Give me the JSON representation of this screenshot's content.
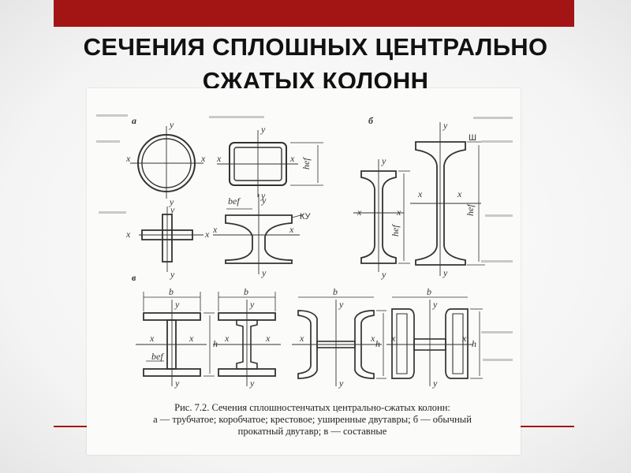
{
  "slide": {
    "title_line1": "СЕЧЕНИЯ СПЛОШНЫХ ЦЕНТРАЛЬНО",
    "title_line2": "СЖАТЫХ КОЛОНН",
    "accent_color": "#a31515"
  },
  "figure": {
    "part_labels": {
      "a": "а",
      "b": "б",
      "v": "в"
    },
    "axis_x": "x",
    "axis_y": "y",
    "dim_b": "b",
    "dim_h": "h",
    "dim_hef": "hef",
    "dim_bef": "bef",
    "tag_sh": "Ш",
    "tag_ku": "КУ",
    "caption_line1": "Рис. 7.2. Сечения сплошностенчатых центрально-сжатых колонн:",
    "caption_line2": "а — трубчатое; коробчатое; крестовое; уширенные двутавры; б — обычный",
    "caption_line3": "прокатный двутавр; в — составные"
  }
}
